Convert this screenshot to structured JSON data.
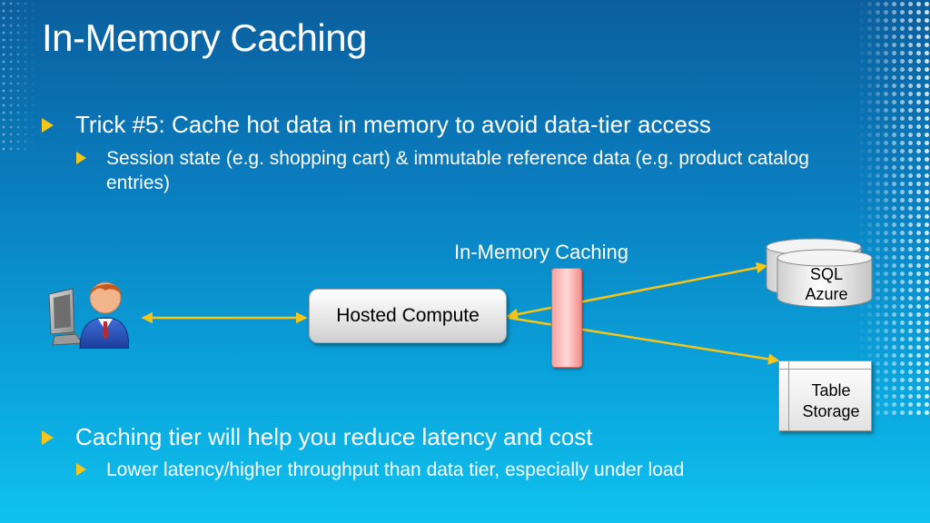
{
  "slide": {
    "title": "In-Memory Caching",
    "bullets_top": [
      {
        "level": 1,
        "text": "Trick #5: Cache hot data in memory to avoid data-tier access"
      },
      {
        "level": 2,
        "text": "Session state (e.g. shopping cart) & immutable reference data (e.g. product catalog entries)"
      }
    ],
    "bullets_bottom": [
      {
        "level": 1,
        "text": "Caching tier will help you reduce latency and cost"
      },
      {
        "level": 2,
        "text": "Lower latency/higher throughput than data tier, especially under load"
      }
    ]
  },
  "diagram": {
    "caching_label": "In-Memory Caching",
    "compute_label": "Hosted Compute",
    "sql_label_line1": "SQL",
    "sql_label_line2": "Azure",
    "table_label_line1": "Table",
    "table_label_line2": "Storage",
    "icons": [
      "user-at-computer-icon",
      "database-icon",
      "table-storage-icon"
    ]
  },
  "colors": {
    "bullet_arrow": "#f5c518",
    "connector": "#f5c518",
    "cache_bar": "#f4a3a0"
  }
}
